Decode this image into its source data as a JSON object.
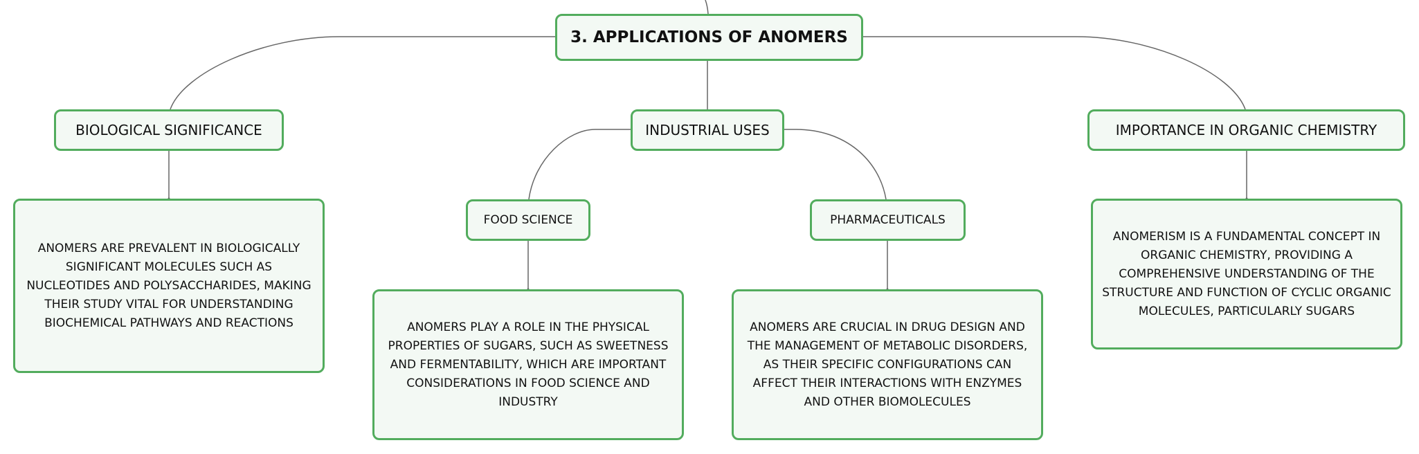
{
  "diagram": {
    "root": {
      "title": "3. APPLICATIONS OF ANOMERS"
    },
    "branches": {
      "biological": {
        "title": "BIOLOGICAL SIGNIFICANCE",
        "detail": "ANOMERS ARE PREVALENT IN BIOLOGICALLY SIGNIFICANT MOLECULES SUCH AS NUCLEOTIDES AND POLYSACCHARIDES, MAKING THEIR STUDY VITAL FOR UNDERSTANDING BIOCHEMICAL PATHWAYS AND REACTIONS"
      },
      "industrial": {
        "title": "INDUSTRIAL USES",
        "food": {
          "title": "FOOD SCIENCE",
          "detail": "ANOMERS PLAY A ROLE IN THE PHYSICAL PROPERTIES OF SUGARS, SUCH AS SWEETNESS AND FERMENTABILITY, WHICH ARE IMPORTANT CONSIDERATIONS IN FOOD SCIENCE AND INDUSTRY"
        },
        "pharma": {
          "title": "PHARMACEUTICALS",
          "detail": "ANOMERS ARE CRUCIAL IN DRUG DESIGN AND THE MANAGEMENT OF METABOLIC DISORDERS, AS THEIR SPECIFIC CONFIGURATIONS CAN AFFECT THEIR INTERACTIONS WITH ENZYMES AND OTHER BIOMOLECULES"
        }
      },
      "organic": {
        "title": "IMPORTANCE IN ORGANIC CHEMISTRY",
        "detail": "ANOMERISM IS A FUNDAMENTAL CONCEPT IN ORGANIC CHEMISTRY, PROVIDING A COMPREHENSIVE UNDERSTANDING OF THE STRUCTURE AND FUNCTION OF CYCLIC ORGANIC MOLECULES, PARTICULARLY SUGARS"
      }
    },
    "colors": {
      "node_border": "#52ac5d",
      "node_fill": "#f3f9f4",
      "connector": "#666666",
      "text": "#111111"
    }
  }
}
